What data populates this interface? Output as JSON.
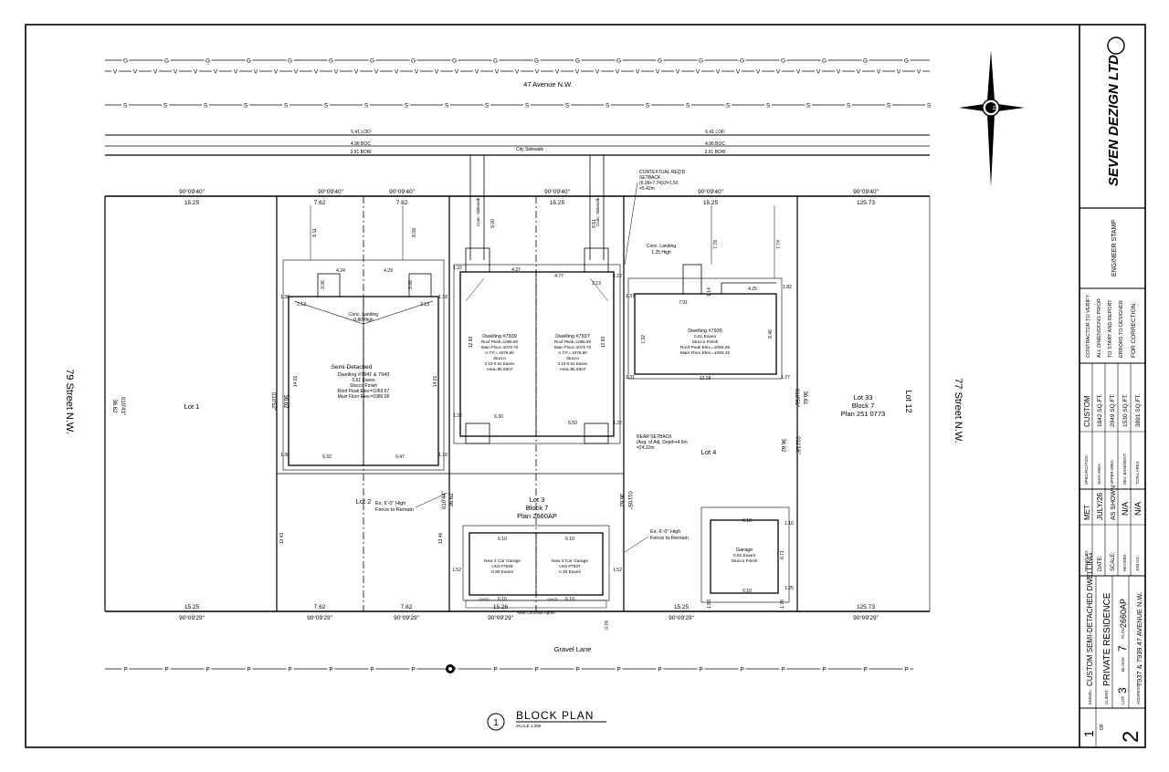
{
  "utility_lines": {
    "gas_marker": "G",
    "water_marker": "V",
    "sewer_marker": "S",
    "power_marker": "P"
  },
  "streets": {
    "north": "47 Avenue N.W.",
    "west": "79 Street N.W.",
    "east": "77 Street N.W.",
    "south": "Gravel Lane"
  },
  "road_labels": {
    "lod_left": "5.41 LOD",
    "boc_left": "4.96 BOC",
    "bow_left": "3.91 BOW",
    "lod_right": "5.41 LOD",
    "boc_right": "4.96 BOC",
    "bow_right": "3.91 BOW",
    "sidewalk": "City Sidewalk",
    "conc_sidewalk_1": "Conc. Sidewalk",
    "conc_sidewalk_2": "Conc. Sidewalk"
  },
  "bearings": {
    "top": [
      "90°09'40\"",
      "90°09'40\"",
      "90°09'40\"",
      "90°09'40\"",
      "90°09'40\"",
      "90°09'40\""
    ],
    "bottom": [
      "90°09'29\"",
      "90°09'29\"",
      "90°09'29\"",
      "90°09'29\"",
      "90°09'29\"",
      "90°09'29\""
    ],
    "side": [
      "010'43\"",
      "010'52\"",
      "010'44\"",
      "010'56\"",
      "011'16\"",
      "011'05\""
    ]
  },
  "frontages_top": [
    "15.25",
    "7.62",
    "7.62",
    "15.25",
    "15.25",
    "125.73"
  ],
  "frontages_bottom": [
    "15.25",
    "7.62",
    "7.62",
    "15.26",
    "15.25",
    "125.73"
  ],
  "lot_depths": [
    "36.62",
    "36.62",
    "36.62",
    "36.61",
    "36.62",
    "36.62"
  ],
  "lots": {
    "lot1": "Lot 1",
    "lot2": "Lot 2",
    "lot3_line1": "Lot 3",
    "lot3_line2": "Block 7",
    "lot3_line3": "Plan 2660AP",
    "lot4": "Lot 4",
    "lot33_line1": "Lot 33",
    "lot33_line2": "Block 7",
    "lot33_line3": "Plan 251 0773",
    "lot12": "Lot 12"
  },
  "semi_detached": {
    "line1": "Semi-Detached",
    "line2": "Dwelling #7941 & 7943",
    "line3": "0.61 Eaves",
    "line4": "Stucco Finish",
    "line5": "Roof Peak Elev.=1083.57",
    "line6": "Main Floor Elev.=1080.06",
    "landing_1": "Conc. Landing",
    "landing_2": "0.80 High",
    "dims": [
      "8.11",
      "8.09",
      "4.24",
      "4.29",
      "3.06",
      "3.06",
      "1.38",
      "2.13",
      "2.13",
      "1.18",
      "14.01",
      "14.01",
      "1.30",
      "6.32",
      "6.47",
      "1.18"
    ]
  },
  "dwelling_7939": {
    "line1": "Dwelling #7939",
    "line2": "Roof Peak=1085.59",
    "line3": "Main Floor=1079.70",
    "line4": "A.T.F.= 1076.80",
    "line5": "Stucco",
    "line6": "0.10-0.61 Eaves",
    "line7": "Area=85.69m²"
  },
  "dwelling_7937": {
    "line1": "Dwelling #7937",
    "line2": "Roof Peak=1085.59",
    "line3": "Main Floor=1079.70",
    "line4": "A.T.F.= 1076.80",
    "line5": "Stucco",
    "line6": "0.10-0.61 Eaves",
    "line7": "Area=85.69m²"
  },
  "infill_dims": [
    "8.00",
    "8.51",
    "4.37",
    "4.77",
    "1.22",
    "1.22",
    "2.13",
    "12.93",
    "12.93",
    "1.22",
    "6.30",
    "6.50",
    "1.22"
  ],
  "contextual_setback": {
    "line1": "CONTEXTUAL REQ'D",
    "line2": "SETBACK",
    "line3": "(6.09+7.74)/2=1.50",
    "line4": "=5.42m"
  },
  "dwelling_7935": {
    "line1": "Dwelling #7935",
    "line2": "0.61 Eaves",
    "line3": "Stucco Finish",
    "line4": "Roof Peak Elev.=1084.05",
    "line5": "Main Floor Elev.=1080.31",
    "landing_1": "Conc. Landing",
    "landing_2": "1.25 High",
    "dims": [
      "7.78",
      "7.74",
      "7.91",
      "1.14",
      "4.25",
      "1.82",
      "1.37",
      "7.32",
      "8.46",
      "1.31",
      "12.18",
      "1.77"
    ]
  },
  "rear_setback": {
    "line1": "REAR SETBACK",
    "line2": "(Avg. of Adj. Depth+4.6m",
    "line3": "=24.31m"
  },
  "fences": {
    "left_1": "Ex. 6'-0\" High",
    "left_2": "Fence to Remain",
    "right_1": "Ex. 6'-0\" High",
    "right_2": "Fence to Remain"
  },
  "garages": {
    "g1_line1": "New 2 Car Garage",
    "g1_line2": "Unit #7939",
    "g1_line3": "0.30 Eaves",
    "g2_line1": "New 2 Car Garage",
    "g2_line2": "Unit #7937",
    "g2_line3": "0.30 Eaves",
    "apron": "New Concrete Apron",
    "grid_1": "GHSD",
    "grid_2": "GHSD",
    "dims": [
      "6.10",
      "6.10",
      "6.10",
      "6.10",
      "1.52",
      "1.52",
      "0.78"
    ],
    "ex_garage_line1": "Garage",
    "ex_garage_line2": "0.61 Eaves",
    "ex_garage_line3": "Stucco Finish",
    "ex_garage_dims": [
      "6.10",
      "6.10",
      "1.16",
      "6.71",
      "1.25",
      "1.83",
      "1.76"
    ]
  },
  "lot_left_dims": [
    "13.43",
    "13.46"
  ],
  "drawing_title": {
    "number": "1",
    "title": "BLOCK PLAN",
    "scale": "SCALE 1:250"
  },
  "north_arrow": {
    "label": "N"
  },
  "title_block": {
    "company": "SEVEN DEZIGN LTD",
    "engineer_stamp": "ENGINEER STAMP",
    "note_1": "CONTRACTOR TO VERIFY",
    "note_2": "ALL DIMENSIONS PRIOR",
    "note_3": "TO START AND REPORT",
    "note_4": "ERRORS TO DESIGNER",
    "note_5": "FOR CORRECTION.",
    "spec_label": "SPECIFICATION:",
    "spec_value": "CUSTOM",
    "main_area_label": "MAIN AREA:",
    "main_area_value": "1842 SQ.FT.",
    "upper_area_label": "UPPER AREA:",
    "upper_area_value": "2049 SQ.FT.",
    "basement_label": "DEV. BASEMENT:",
    "basement_value": "1530 SQ.FT.",
    "total_label": "TOTAL AREA:",
    "total_value": "3891 SQ.FT.",
    "drawn_label": "DRAWN BY:",
    "drawn_value": "MET",
    "date_label": "DATE:",
    "date_value": "JULY/26",
    "scale_label": "SCALE:",
    "scale_value": "AS SHOWN",
    "revised_label": "REVISED:",
    "revised_value": "N/A",
    "job_label": "JOB NO.:",
    "job_value": "N/A",
    "model_label": "MODEL:",
    "model_value": "CUSTOM SEMI-DETACHED DWELLING",
    "client_label": "CLIENT:",
    "client_value": "PRIVATE RESIDENCE",
    "lot_label": "LOT:",
    "lot_value": "3",
    "block_label": "BLOCK:",
    "block_value": "7",
    "plan_label": "PLAN:",
    "plan_value": "2660AP",
    "address_label": "ADDRESS:",
    "address_value": "7937 & 7939 47 AVENUE N.W.",
    "sheet_num": "1",
    "of_label": "OF",
    "sheet_total": "2"
  }
}
